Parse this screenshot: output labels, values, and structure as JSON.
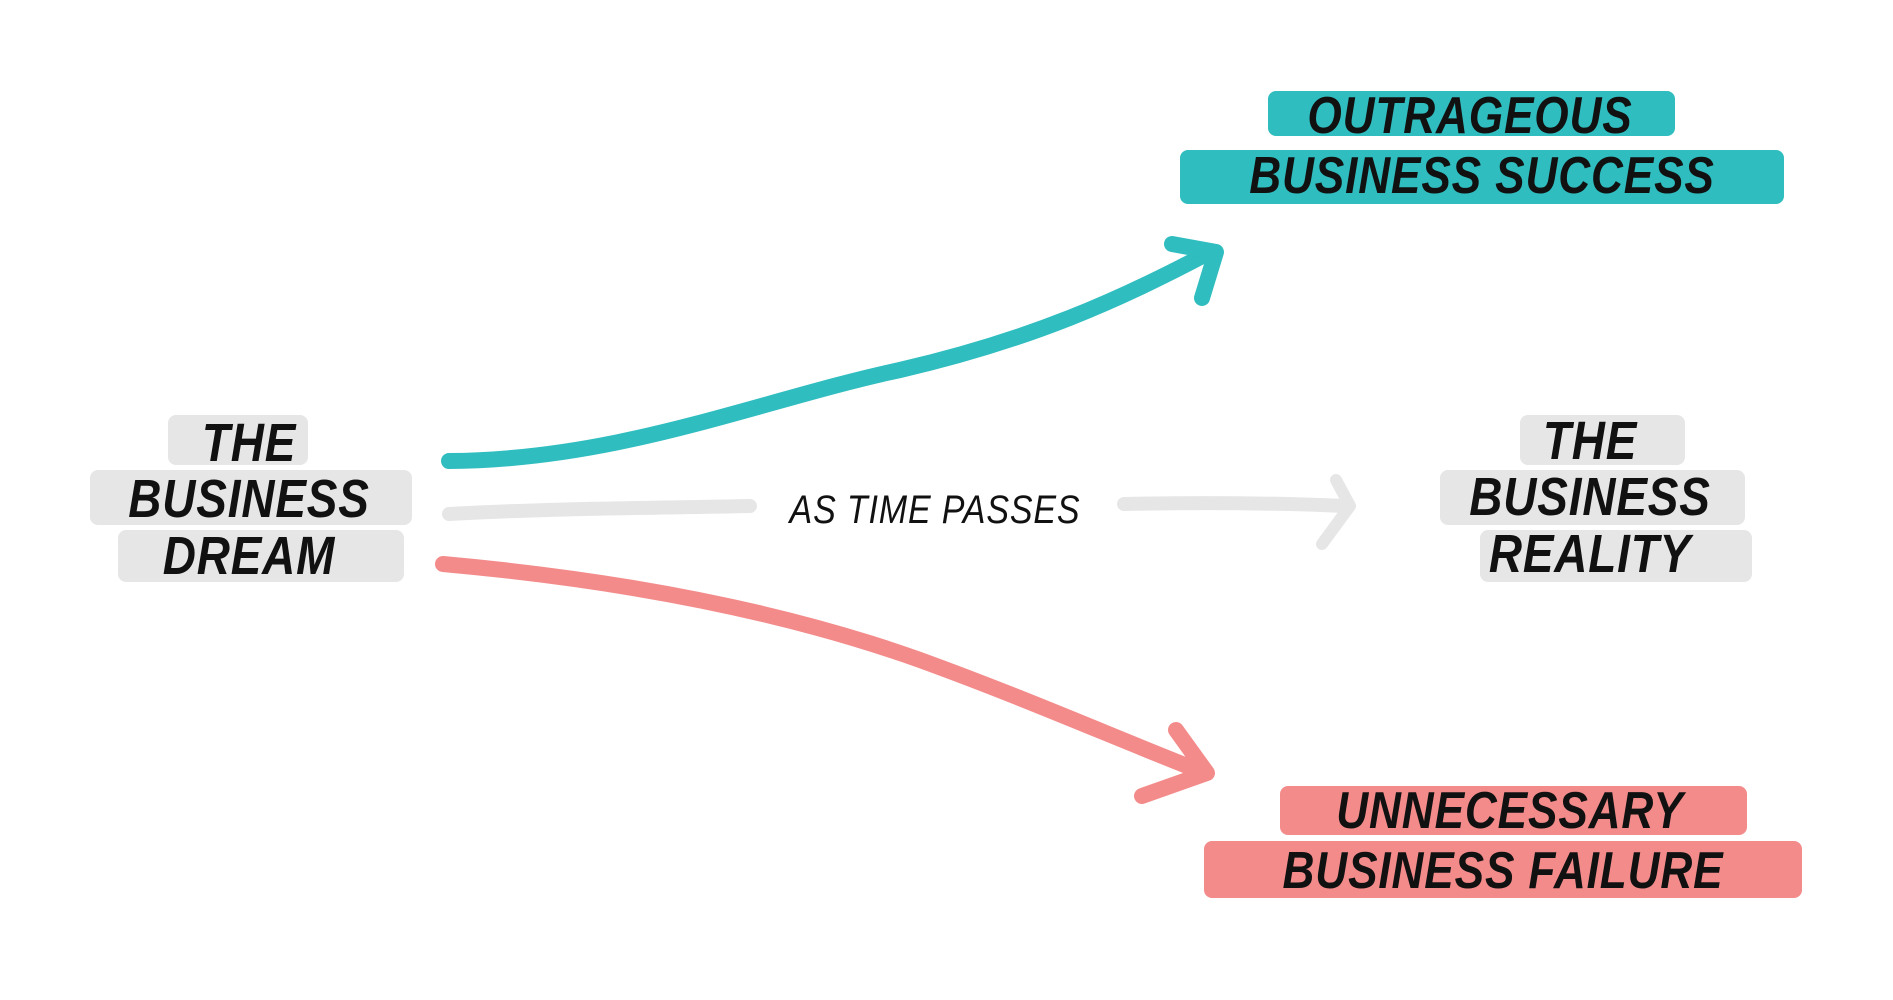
{
  "colors": {
    "success": "#2fbdbf",
    "failure": "#f48b8b",
    "neutral": "#e6e6e6",
    "ink": "#111111"
  },
  "dream": {
    "lines": [
      "THE",
      "BUSINESS",
      "DREAM"
    ]
  },
  "reality": {
    "lines": [
      "THE",
      "BUSINESS",
      "REALITY"
    ]
  },
  "success": {
    "lines": [
      "OUTRAGEOUS",
      "BUSINESS SUCCESS"
    ]
  },
  "failure": {
    "lines": [
      "UNNECESSARY",
      "BUSINESS FAILURE"
    ]
  },
  "middle_label": "AS TIME PASSES"
}
